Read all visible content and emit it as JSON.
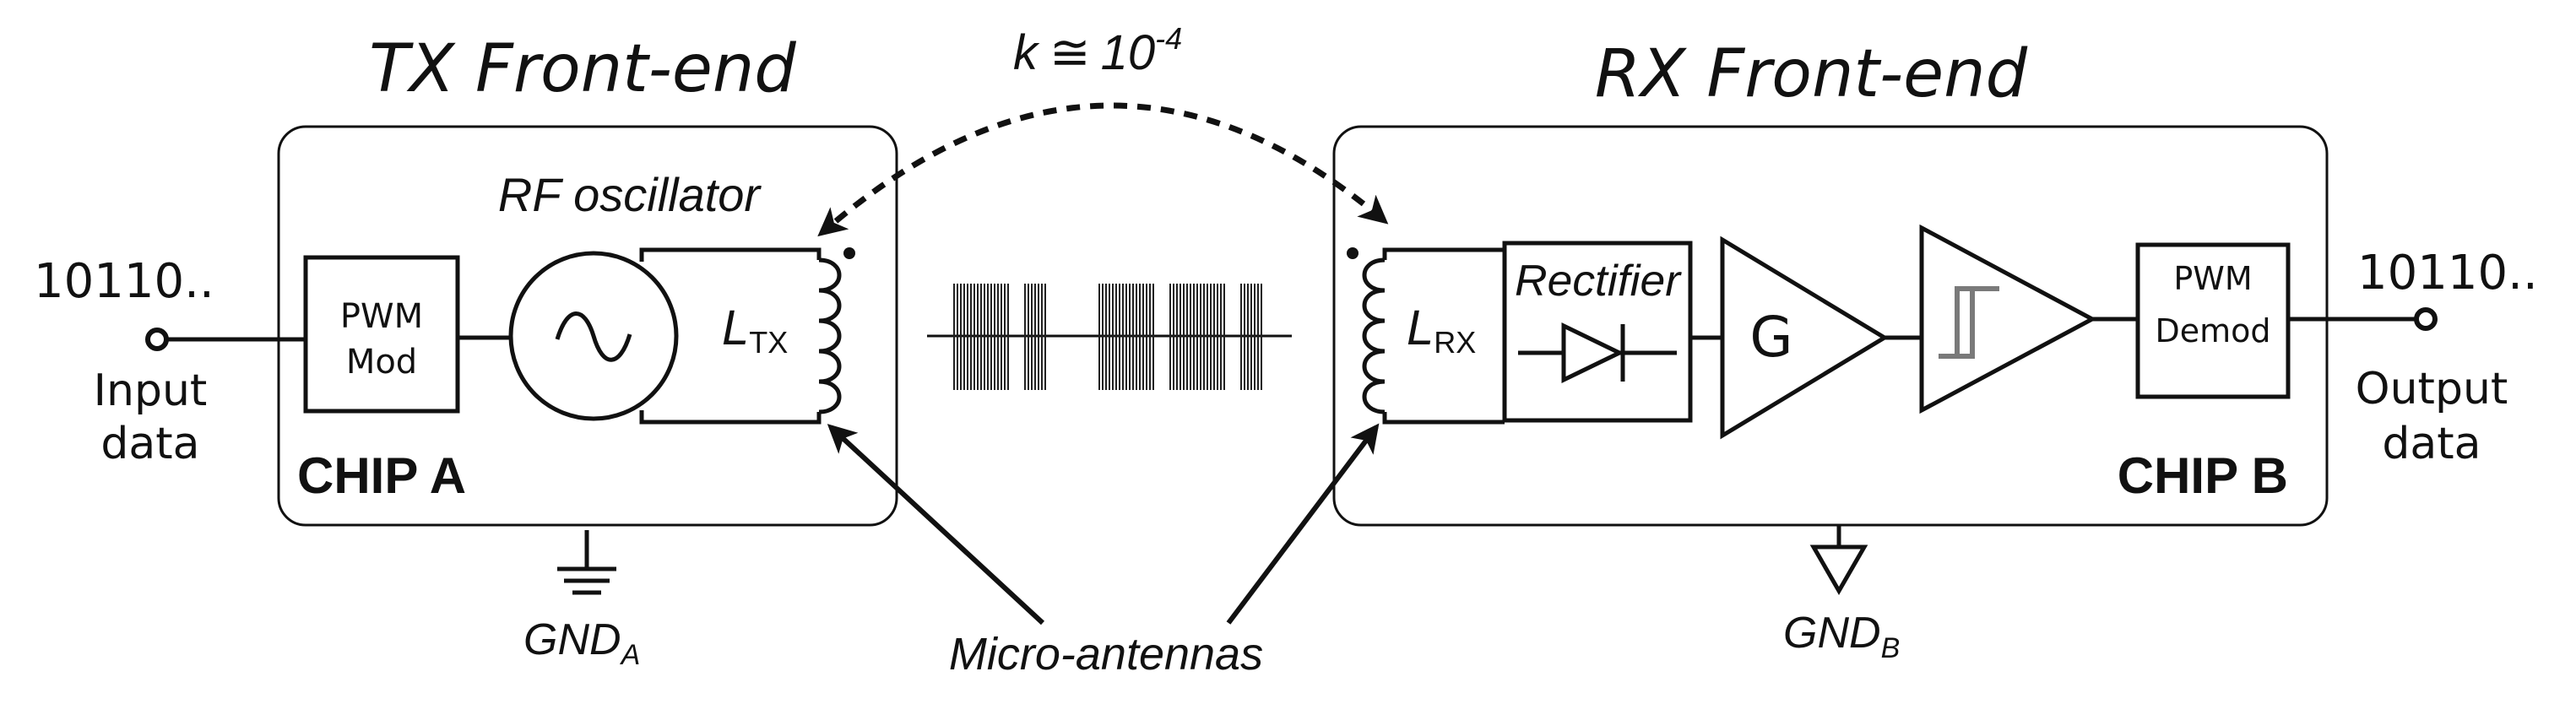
{
  "tx": {
    "title": "TX Front-end",
    "oscillator_label": "RF oscillator",
    "pwm_mod": [
      "PWM",
      "Mod"
    ],
    "inductor_label": "L",
    "inductor_sub": "TX",
    "chip_label": "CHIP A",
    "ground_label": "GND",
    "ground_sub": "A"
  },
  "coupling": {
    "k": "k",
    "approx": "≅",
    "base": "10",
    "exponent": "-4"
  },
  "rx": {
    "title": "RX Front-end",
    "inductor_label": "L",
    "inductor_sub": "RX",
    "rectifier_label": "Rectifier",
    "gain_label": "G",
    "pwm_demod": [
      "PWM",
      "Demod"
    ],
    "chip_label": "CHIP B",
    "ground_label": "GND",
    "ground_sub": "B"
  },
  "input": {
    "bits": "10110..",
    "label": [
      "Input",
      "data"
    ]
  },
  "output": {
    "bits": "10110..",
    "label": [
      "Output",
      "data"
    ]
  },
  "antennas_label": "Micro-antennas",
  "icons": {
    "oscillator": "sine-wave-icon",
    "rectifier": "diode-icon",
    "comparator": "hysteresis-icon",
    "ground_a": "earth-ground-icon",
    "ground_b": "triangle-ground-icon"
  },
  "colors": {
    "line": "#111111",
    "burst": "#222222",
    "hysteresis": "#7a7a7a"
  }
}
